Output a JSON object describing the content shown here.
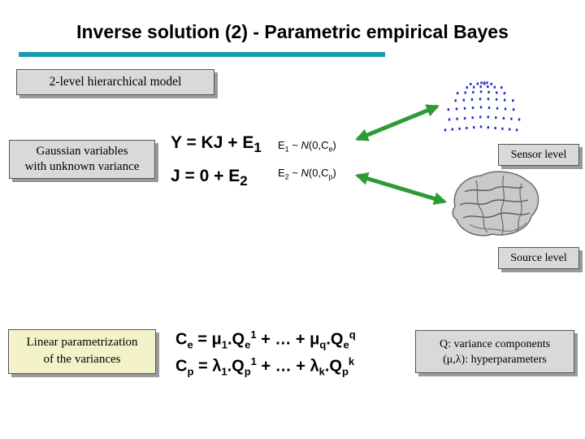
{
  "title": "Inverse solution (2) - Parametric empirical Bayes",
  "boxes": {
    "model": "2-level hierarchical model",
    "gaussian_line1": "Gaussian variables",
    "gaussian_line2": "with unknown variance",
    "sensor": "Sensor level",
    "source": "Source level",
    "linear_line1": "Linear parametrization",
    "linear_line2": "of the variances",
    "q_line1": "Q: variance components",
    "q_line2": "(μ,λ): hyperparameters"
  },
  "equations": {
    "eq1_main": "Y = KJ + E",
    "eq1_sub": "1",
    "eq2_main": "J = 0 + E",
    "eq2_sub": "2",
    "prior1_E": "E",
    "prior1_sub": "1",
    "prior1_mid": " ~ ",
    "prior1_N": "N",
    "prior1_args": "(0,C",
    "prior1_argsub": "e",
    "prior1_close": ")",
    "prior2_E": "E",
    "prior2_sub": "2",
    "prior2_mid": " ~ ",
    "prior2_N": "N",
    "prior2_args": "(0,C",
    "prior2_argsub": "p",
    "prior2_close": ")",
    "ce_C": "C",
    "ce_sub": "e",
    "ce_eq": " = ",
    "ce_mu1": "μ",
    "ce_mu1_sub": "1",
    "ce_Q1": ".Q",
    "ce_Q1_sub": "e",
    "ce_Q1_sup": "1",
    "ce_dots": " + … + ",
    "ce_muq": "μ",
    "ce_muq_sub": "q",
    "ce_Qq": ".Q",
    "ce_Qq_sub": "e",
    "ce_Qq_sup": "q",
    "cp_C": "C",
    "cp_sub": "p",
    "cp_eq": " = ",
    "cp_l1": "λ",
    "cp_l1_sub": "1",
    "cp_Q1": ".Q",
    "cp_Q1_sub": "p",
    "cp_Q1_sup": "1",
    "cp_dots": " + … + ",
    "cp_lk": "λ",
    "cp_lk_sub": "k",
    "cp_Qk": ".Q",
    "cp_Qk_sub": "p",
    "cp_Qk_sup": "k"
  },
  "colors": {
    "accent_bar": "#1a9bb0",
    "arrow": "#2e9a36",
    "box_grey": "#d9d9d9",
    "box_yellow": "#f4f2c8",
    "sensor_dots": "#1f2bd0"
  },
  "icons": {
    "sensor_array": "sensor-array-icon",
    "brain": "brain-icon"
  }
}
